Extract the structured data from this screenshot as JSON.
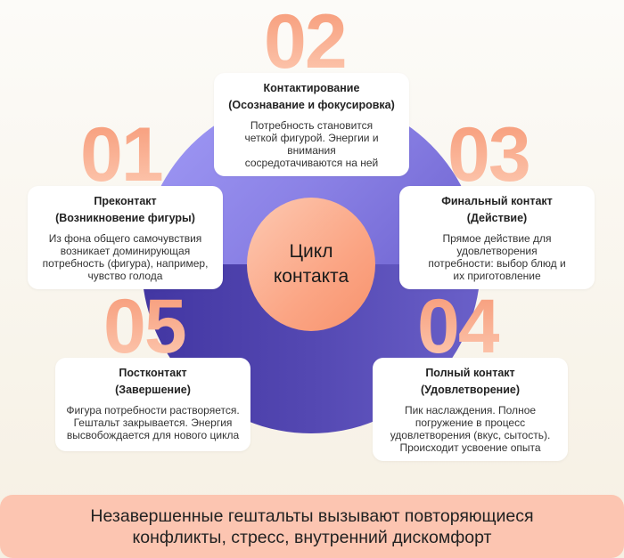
{
  "center": {
    "line1": "Цикл",
    "line2": "контакта"
  },
  "stages": [
    {
      "number": "01",
      "title1": "Преконтакт",
      "title2": "(Возникновение фигуры)",
      "desc": "Из фона общего самочувствия возникает доминирующая потребность (фигура), например, чувство голода"
    },
    {
      "number": "02",
      "title1": "Контактирование",
      "title2": "(Осознавание и фокусировка)",
      "desc": "Потребность становится четкой фигурой. Энергии и внимания сосредотачиваются на ней"
    },
    {
      "number": "03",
      "title1": "Финальный контакт",
      "title2": "(Действие)",
      "desc": "Прямое действие для удовлетворения потребности: выбор блюд и их приготовление"
    },
    {
      "number": "04",
      "title1": "Полный контакт",
      "title2": "(Удовлетворение)",
      "desc": "Пик наслаждения. Полное погружение в процесс удовлетворения (вкус, сытость). Происходит усвоение опыта"
    },
    {
      "number": "05",
      "title1": "Постконтакт",
      "title2": "(Завершение)",
      "desc": "Фигура потребности растворяется. Гештальт закрывается. Энергия высвобождается для нового цикла"
    }
  ],
  "banner": {
    "line1": "Незавершенные гештальты вызывают повторяющиеся",
    "line2": "конфликты, стресс, внутренний дискомфорт"
  },
  "colors": {
    "accent": "#f7a07f",
    "ring_top": "#8b82e6",
    "ring_bottom": "#4a3fa8",
    "banner": "#fcc5b1"
  }
}
